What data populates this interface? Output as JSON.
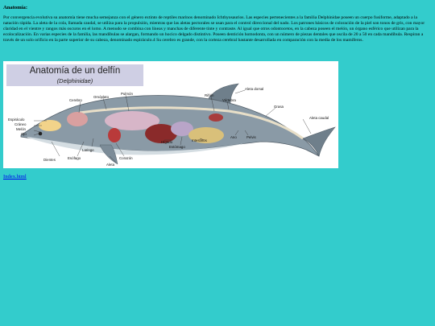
{
  "section": {
    "heading": "Anatomía:",
    "paragraph": "Por convergencia evolutiva su anatomía tiene mucha semejanza con el género extinto de reptiles marinos denominado Ichthyosaurios. Las especies pertenecientes a la familia Delphinidae poseen un cuerpo fusiforme, adaptado a la natación rápida. La aleta de la cola, llamada caudal, se utiliza para la propulsión, mientras que las aletas pectorales se usan para el control direccional del nado. Los patrones básicos de coloración de la piel son tonos de gris, con mayor claridad en el vientre y rangos más oscuros en el lomo. A menudo se combina con líneas y manchas de diferente tinte y contraste. Al igual que otros odontocetos, en la cabeza poseen el melón, un órgano esférico que utilizan para la ecolocalización. En varias especies de la familia, las mandíbulas se alargan, formando un hocico delgado distintivo. Poseen dentición homodonta, con un número de piezas dentales que oscila de 20 a 50 en cada mandíbula. Respiran a través de un solo orificio en la parte superior de su cabeza, denominado espiráculo.4 Su cerebro es grande, con la corteza cerebral bastante desarrollada en comparación con la media de los mamíferos."
  },
  "figure": {
    "title": "Anatomía de un delfín",
    "subtitle": "(Delphinidae)",
    "labels": {
      "aleta_dorsal": "Aleta dorsal",
      "rinon": "Riñón",
      "vertebra": "Vértebra",
      "grasa": "Grasa",
      "aleta_caudal": "Aleta caudal",
      "pulmon": "Pulmón",
      "omoplato": "Omóplato",
      "cerebro": "Cerebro",
      "espiraculo": "Espiráculo",
      "craneo": "Cráneo",
      "melon": "Melón",
      "ojo": "Ojo",
      "laringe": "Laringe",
      "dientes": "Dientes",
      "esofago": "Esófago",
      "aleta": "Aleta",
      "corazon": "Corazón",
      "higado": "Hígado",
      "estomago": "Estómago",
      "intestinos": "Intestinos",
      "ano": "Ano",
      "pelvis": "Pelvis"
    }
  },
  "link": {
    "text": "Index.html"
  },
  "colors": {
    "background": "#33cccc",
    "link": "#0000ee"
  }
}
